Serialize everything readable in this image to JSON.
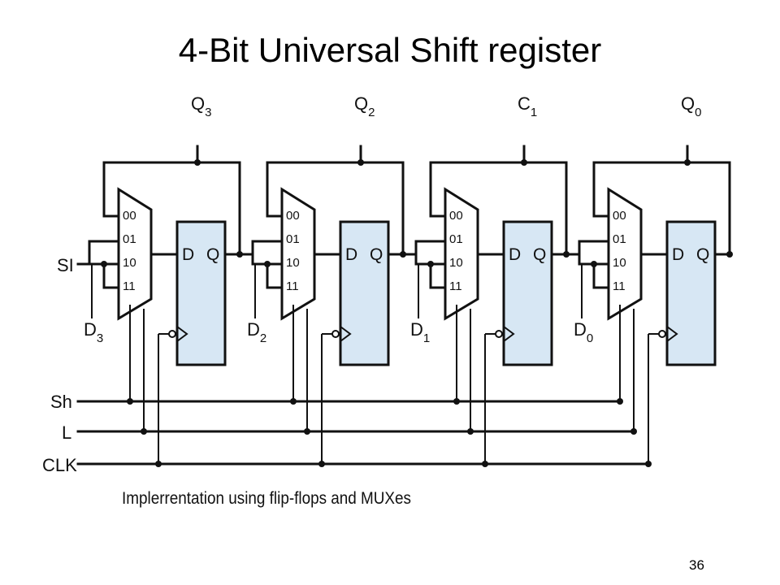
{
  "title": "4-Bit Universal Shift register",
  "page_number": "36",
  "caption": "Implerrentation using flip-flops and MUXes",
  "inputs": {
    "serial_in": "SI",
    "shift": "Sh",
    "load": "L",
    "clock": "CLK"
  },
  "mux_select_labels": [
    "00",
    "01",
    "10",
    "11"
  ],
  "ff_pins": {
    "d": "D",
    "q": "Q"
  },
  "stages": [
    {
      "q_main": "Q",
      "q_sub": "3",
      "d_main": "D",
      "d_sub": "3"
    },
    {
      "q_main": "Q",
      "q_sub": "2",
      "d_main": "D",
      "d_sub": "2"
    },
    {
      "q_main": "C",
      "q_sub": "1",
      "d_main": "D",
      "d_sub": "1"
    },
    {
      "q_main": "Q",
      "q_sub": "0",
      "d_main": "D",
      "d_sub": "0"
    }
  ],
  "colors": {
    "flipflop_fill": "#d7e7f4",
    "line": "#111111",
    "background": "#ffffff"
  }
}
